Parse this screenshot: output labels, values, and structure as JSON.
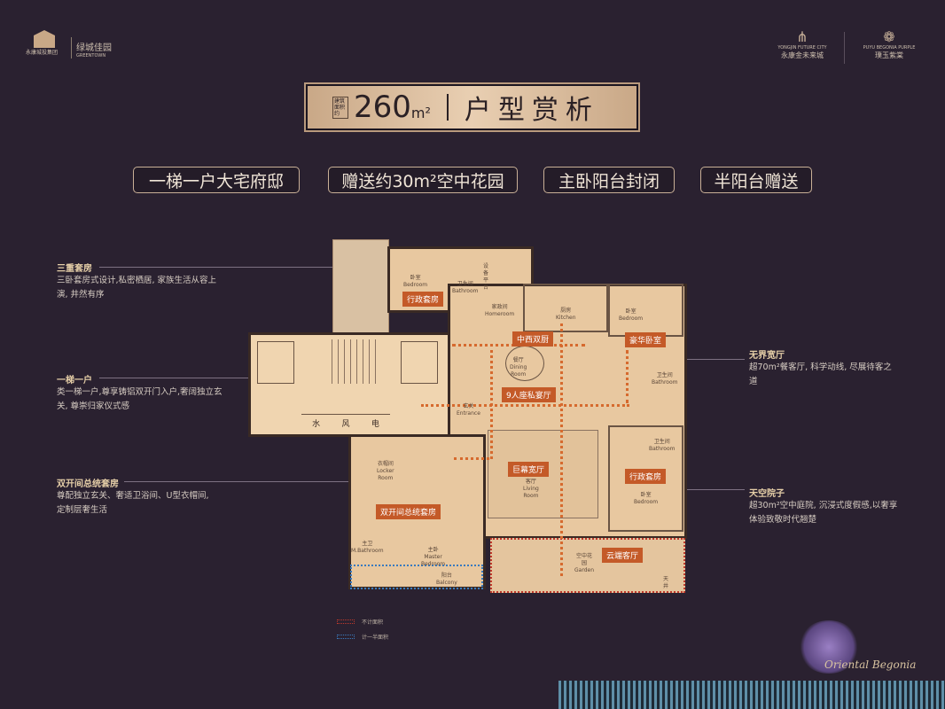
{
  "header": {
    "left_logo": {
      "name": "永康城投集团",
      "partner": "绿城佳园",
      "partner_en": "GREENTOWN"
    },
    "right_logos": [
      {
        "en": "YONGJIN FUTURE CITY",
        "cn": "永康金未来城"
      },
      {
        "en": "PUYU BEGONIA PURPLE",
        "cn": "璞玉紫棠"
      }
    ]
  },
  "title": {
    "area_label": "建筑面积约",
    "area": "260",
    "unit": "m²",
    "text": "户型赏析"
  },
  "features": [
    "一梯一户大宅府邸",
    "赠送约30m²空中花园",
    "主卧阳台封闭",
    "半阳台赠送"
  ],
  "annotations": {
    "left": [
      {
        "title": "三重套房",
        "text": "三卧套房式设计,私密栖居, 家族生活从容上演, 井然有序"
      },
      {
        "title": "一梯一户",
        "text": "类一梯一户,尊享铸铝双开门入户,奢阔独立玄关, 尊崇归家仪式感"
      },
      {
        "title": "双开间总统套房",
        "text": "尊配独立玄关、奢适卫浴间、U型衣帽间, 定制层奢生活"
      }
    ],
    "right": [
      {
        "title": "无界宽厅",
        "text": "超70m²餐客厅, 科学动线, 尽展待客之道"
      },
      {
        "title": "天空院子",
        "text": "超30m²空中庭院, 沉浸式度假感,以奢享体验致敬时代翘楚"
      }
    ]
  },
  "plan": {
    "badges": [
      "行政套房",
      "中西双厨",
      "豪华卧室",
      "9人座私宴厅",
      "巨幕宽厅",
      "行政套房",
      "双开间总统套房",
      "云端客厅"
    ],
    "rooms": [
      {
        "cn": "卧室",
        "en": "Bedroom"
      },
      {
        "cn": "卫生间",
        "en": "Bathroom"
      },
      {
        "cn": "设备平台",
        "en": ""
      },
      {
        "cn": "家政间",
        "en": "Homeroom"
      },
      {
        "cn": "厨房",
        "en": "Kitchen"
      },
      {
        "cn": "卧室",
        "en": "Bedroom"
      },
      {
        "cn": "卫生间",
        "en": "Bathroom"
      },
      {
        "cn": "餐厅",
        "en": "Dining Room"
      },
      {
        "cn": "玄关",
        "en": "Entrance"
      },
      {
        "cn": "衣帽间",
        "en": "Locker Room"
      },
      {
        "cn": "客厅",
        "en": "Living Room"
      },
      {
        "cn": "卫生间",
        "en": "Bathroom"
      },
      {
        "cn": "卧室",
        "en": "Bedroom"
      },
      {
        "cn": "主卫",
        "en": "M.Bathroom"
      },
      {
        "cn": "主卧",
        "en": "Master Bedroom"
      },
      {
        "cn": "阳台",
        "en": "Balcony"
      },
      {
        "cn": "空中花园",
        "en": "Garden"
      },
      {
        "cn": "天井",
        "en": ""
      }
    ],
    "shafts": [
      "水",
      "风",
      "电"
    ]
  },
  "legend": [
    {
      "label": "不计面积",
      "color": "#c0392b"
    },
    {
      "label": "计一半面积",
      "color": "#3a7bbf"
    }
  ],
  "watermark": "Oriental Begonia",
  "colors": {
    "background": "#2a2130",
    "gold": "#c9a887",
    "badge": "#c45a28"
  }
}
